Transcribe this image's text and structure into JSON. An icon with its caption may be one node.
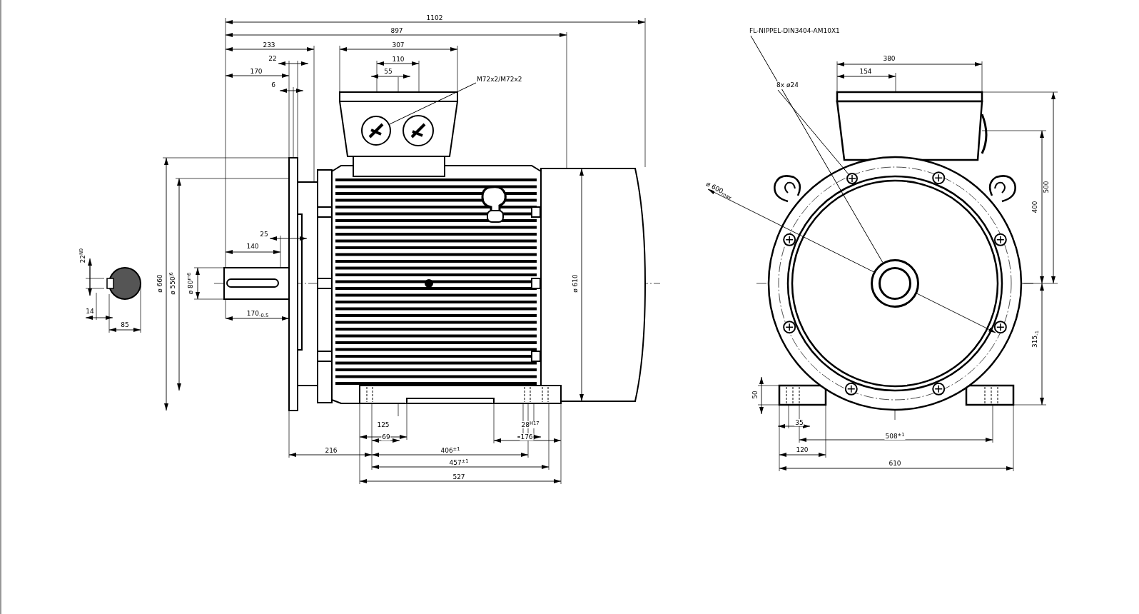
{
  "diagram": {
    "nodes": [
      {
        "text": [
          "M72x2/M72x2"
        ]
      },
      {
        "text": [],
        "shape": "circle"
      },
      {
        "text": [
          "FL-NIPPEL-DIN3404-AM10X1"
        ]
      },
      {
        "text": [],
        "shape": "circle"
      },
      {
        "text": [
          "8x ø24"
        ]
      },
      {
        "text": [],
        "shape": "circle"
      }
    ],
    "edges": [
      {
        "from": 0,
        "to": 1,
        "arrow": "none"
      },
      {
        "from": 2,
        "to": 3,
        "arrow": "none"
      },
      {
        "from": 4,
        "to": 5,
        "arrow": "none"
      }
    ],
    "labels": [
      "1102",
      "897",
      "233",
      "307",
      "380",
      "22",
      "110",
      "154",
      "170",
      "55",
      "6",
      "25",
      "140",
      "22$^{N9}$",
      "ø 660",
      "ø 550$^{j6}$",
      "ø 80$^{m6}$",
      "ø 610",
      "500",
      "400",
      "ø 600$_{max}$",
      "170$_{-0.5}$",
      "14",
      "85",
      "315$_{-1}$",
      "50",
      "125",
      "28$^{H17}$",
      "69",
      "176",
      "35",
      "406$^{±1}$",
      "216",
      "508$^{±1}$",
      "457$^{±1}$",
      "120",
      "527",
      "610"
    ]
  }
}
